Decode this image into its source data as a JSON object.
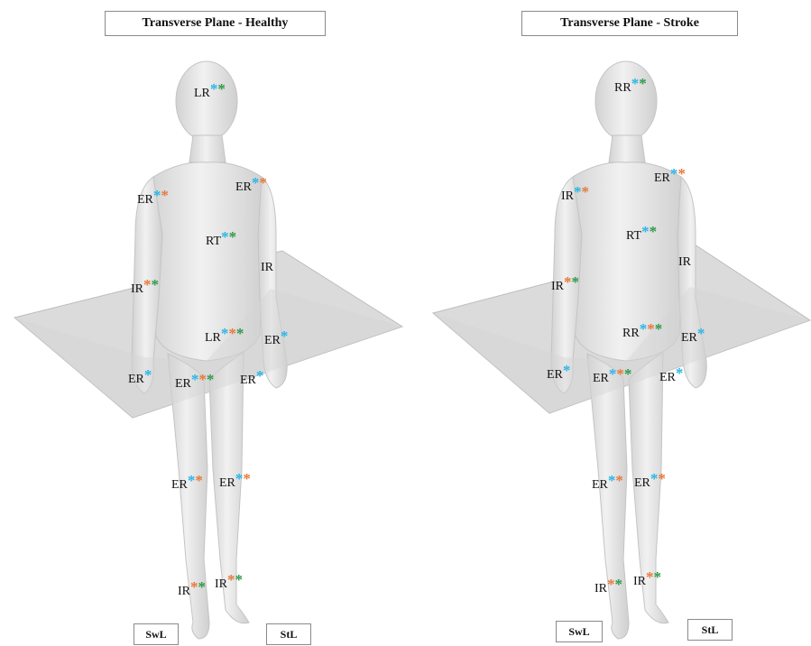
{
  "colors": {
    "blue": "#29b6e6",
    "orange": "#e8793a",
    "green": "#2e9a4a",
    "plane": "#d9d9d9",
    "body": "#e6e6e6"
  },
  "healthy": {
    "title": "Transverse Plane - Healthy",
    "labels": [
      {
        "id": "head",
        "text": "LR",
        "marks": [
          "blue",
          "green"
        ]
      },
      {
        "id": "r-shoulder",
        "text": "ER",
        "marks": [
          "blue",
          "orange"
        ]
      },
      {
        "id": "l-shoulder",
        "text": "ER",
        "marks": [
          "blue",
          "orange"
        ]
      },
      {
        "id": "thorax",
        "text": "RT",
        "marks": [
          "blue",
          "green"
        ]
      },
      {
        "id": "l-elbow",
        "text": "IR",
        "marks": []
      },
      {
        "id": "r-elbow",
        "text": "IR",
        "marks": [
          "orange",
          "green"
        ]
      },
      {
        "id": "pelvis",
        "text": "LR",
        "marks": [
          "blue",
          "orange",
          "green"
        ]
      },
      {
        "id": "l-wrist",
        "text": "ER",
        "marks": [
          "blue"
        ]
      },
      {
        "id": "r-wrist",
        "text": "ER",
        "marks": [
          "blue"
        ]
      },
      {
        "id": "r-hip",
        "text": "ER",
        "marks": [
          "blue",
          "orange",
          "green"
        ]
      },
      {
        "id": "l-hip",
        "text": "ER",
        "marks": [
          "blue"
        ]
      },
      {
        "id": "r-knee",
        "text": "ER",
        "marks": [
          "blue",
          "orange"
        ]
      },
      {
        "id": "l-knee",
        "text": "ER",
        "marks": [
          "blue",
          "orange"
        ]
      },
      {
        "id": "r-ankle",
        "text": "IR",
        "marks": [
          "orange",
          "green"
        ]
      },
      {
        "id": "l-ankle",
        "text": "IR",
        "marks": [
          "orange",
          "green"
        ]
      }
    ],
    "swl": "SwL",
    "stl": "StL"
  },
  "stroke": {
    "title": "Transverse Plane - Stroke",
    "labels": [
      {
        "id": "head",
        "text": "RR",
        "marks": [
          "blue",
          "green"
        ]
      },
      {
        "id": "l-shoulder",
        "text": "ER",
        "marks": [
          "blue",
          "orange"
        ]
      },
      {
        "id": "r-shoulder",
        "text": "IR",
        "marks": [
          "blue",
          "orange"
        ]
      },
      {
        "id": "thorax",
        "text": "RT",
        "marks": [
          "blue",
          "green"
        ]
      },
      {
        "id": "l-elbow",
        "text": "IR",
        "marks": []
      },
      {
        "id": "r-elbow",
        "text": "IR",
        "marks": [
          "orange",
          "green"
        ]
      },
      {
        "id": "pelvis",
        "text": "RR",
        "marks": [
          "blue",
          "orange",
          "green"
        ]
      },
      {
        "id": "l-wrist",
        "text": "ER",
        "marks": [
          "blue"
        ]
      },
      {
        "id": "r-wrist",
        "text": "ER",
        "marks": [
          "blue"
        ]
      },
      {
        "id": "r-hip",
        "text": "ER",
        "marks": [
          "blue",
          "orange",
          "green"
        ]
      },
      {
        "id": "l-hip",
        "text": "ER",
        "marks": [
          "blue"
        ]
      },
      {
        "id": "r-knee",
        "text": "ER",
        "marks": [
          "blue",
          "orange"
        ]
      },
      {
        "id": "l-knee",
        "text": "ER",
        "marks": [
          "blue",
          "orange"
        ]
      },
      {
        "id": "r-ankle",
        "text": "IR",
        "marks": [
          "orange",
          "green"
        ]
      },
      {
        "id": "l-ankle",
        "text": "IR",
        "marks": [
          "orange",
          "green"
        ]
      }
    ],
    "swl": "SwL",
    "stl": "StL"
  }
}
